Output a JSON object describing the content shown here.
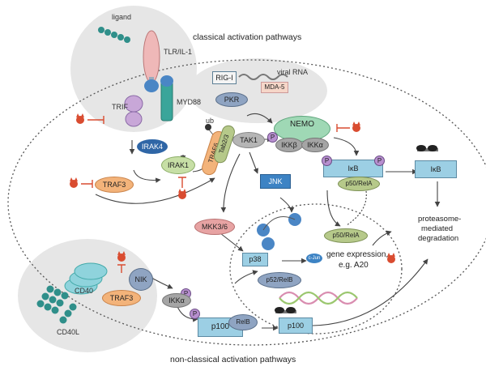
{
  "titles": {
    "classical": "classical activation pathways",
    "non_classical": "non-classical activation pathways"
  },
  "receptors": {
    "ligand": "ligand",
    "tlr": "TLR/IL-1",
    "trif": "TRIF",
    "myd88": "MYD88",
    "cd40": "CD40",
    "cd40l": "CD40L"
  },
  "viral": {
    "rig1": "RIG-I",
    "viral_rna": "viral RNA",
    "mda5": "MDA-5",
    "pkr": "PKR"
  },
  "nodes": {
    "irak4": "IRAK4",
    "irak1": "IRAK1",
    "traf3_top": "TRAF3",
    "traf6": "TRAF6",
    "tab": "Tab2/3",
    "ub": "ub",
    "tak1": "TAK1",
    "nemo": "NEMO",
    "ikkb": "IKKβ",
    "ikka_top": "IKKα",
    "jnk": "JNK",
    "mkk": "MKK3/6",
    "p38": "p38",
    "ikb_left": "IκB",
    "p50_rela_top": "p50/RelA",
    "ikb_right": "IκB",
    "traf3_bottom": "TRAF3",
    "nik": "NIK",
    "ikka_bottom": "IKKα",
    "p100": "p100",
    "relb": "RelB",
    "p100_right": "p100"
  },
  "phospho": "P",
  "nucleus": {
    "p50_rela": "p50/RelA",
    "cjun": "c-Jun",
    "p52_relb": "p52/RelB",
    "gene_expression": "gene expression,",
    "gene_example": "e.g. A20"
  },
  "degradation": {
    "line1": "proteasome-",
    "line2": "mediated",
    "line3": "degradation"
  },
  "colors": {
    "inhibitor": "#d94c30",
    "box_blue": "#9ccfe4",
    "irak_green": "#c7dfa6",
    "traf_orange": "#f3b37a",
    "nemo_green": "#9fd8b5",
    "jnk_blue": "#3d83c4",
    "mkk_red": "#e7a3a3",
    "phospho_purple": "#b78fcf"
  }
}
